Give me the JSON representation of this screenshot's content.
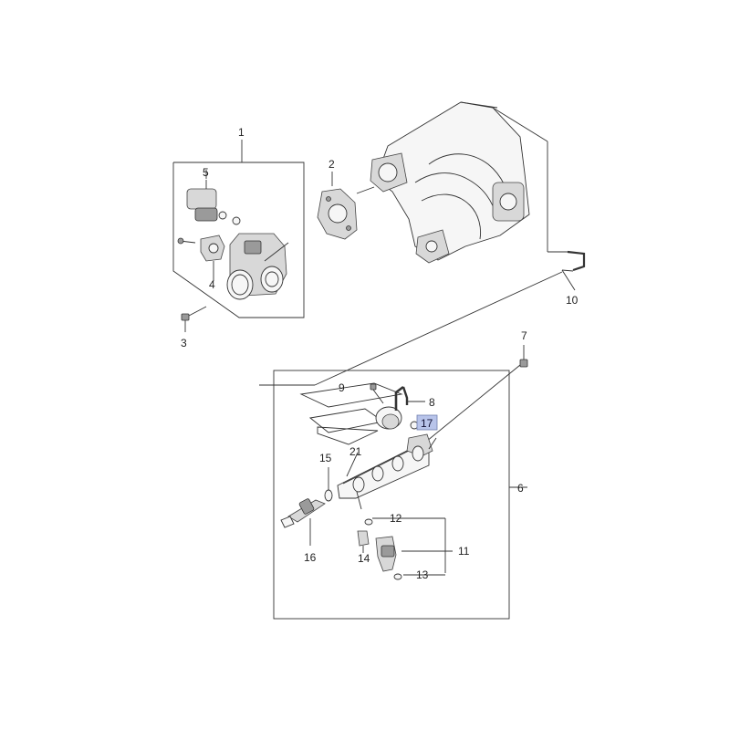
{
  "diagram": {
    "highlight_color": "#b8c4ea",
    "callouts": {
      "c1": "1",
      "c2": "2",
      "c3": "3",
      "c4": "4",
      "c5": "5",
      "c6": "6",
      "c7": "7",
      "c8": "8",
      "c9": "9",
      "c10": "10",
      "c11": "11",
      "c12": "12",
      "c13": "13",
      "c14": "14",
      "c15": "15",
      "c16": "16",
      "c17": "17",
      "c21": "21"
    }
  }
}
